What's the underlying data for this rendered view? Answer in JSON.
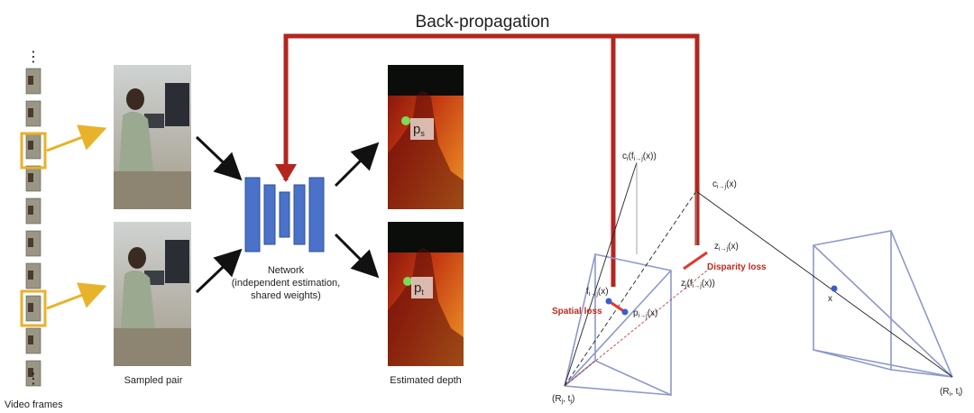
{
  "header": {
    "title": "Back-propagation"
  },
  "left": {
    "video_frames_label": "Video frames",
    "sampled_pair_label": "Sampled pair"
  },
  "network": {
    "line1": "Network",
    "line2": "(independent estimation,",
    "line3": "shared weights)"
  },
  "depth": {
    "label": "Estimated depth",
    "point_s": "p",
    "point_s_sub": "s",
    "point_t": "p",
    "point_t_sub": "t"
  },
  "geometry": {
    "ci_label": "c",
    "ci_sub": "i",
    "ci_arg": "(f",
    "ci_arg_sub": "i→j",
    "ci_arg_tail": "(x))",
    "cij_label": "c",
    "cij_sub": "i→j",
    "cij_tail": "(x)",
    "zij_label": "z",
    "zij_sub": "i→j",
    "zij_tail": "(x)",
    "zj_label": "z",
    "zj_sub": "j",
    "zj_arg": "(f",
    "zj_arg_sub": "i→j",
    "zj_arg_tail": "(x))",
    "fij_label": "f",
    "fij_sub": "i→j",
    "fij_tail": "(x)",
    "pij_label": "p",
    "pij_sub": "i→j",
    "pij_tail": "(x)",
    "spatial_loss": "Spatial loss",
    "disparity_loss": "Disparity loss",
    "x_label": "x",
    "camera_j": "(R",
    "camera_j_sub": "j",
    "camera_j_mid": ", t",
    "camera_j_sub2": "j",
    "camera_j_tail": ")",
    "camera_i": "(R",
    "camera_i_sub": "i",
    "camera_i_mid": ", t",
    "camera_i_sub2": "i",
    "camera_i_tail": ")"
  },
  "colors": {
    "accent_red": "#b3261e",
    "network_blue": "#4a72c9",
    "frame_yellow": "#e8b22a",
    "frustum": "#8c99c9"
  }
}
